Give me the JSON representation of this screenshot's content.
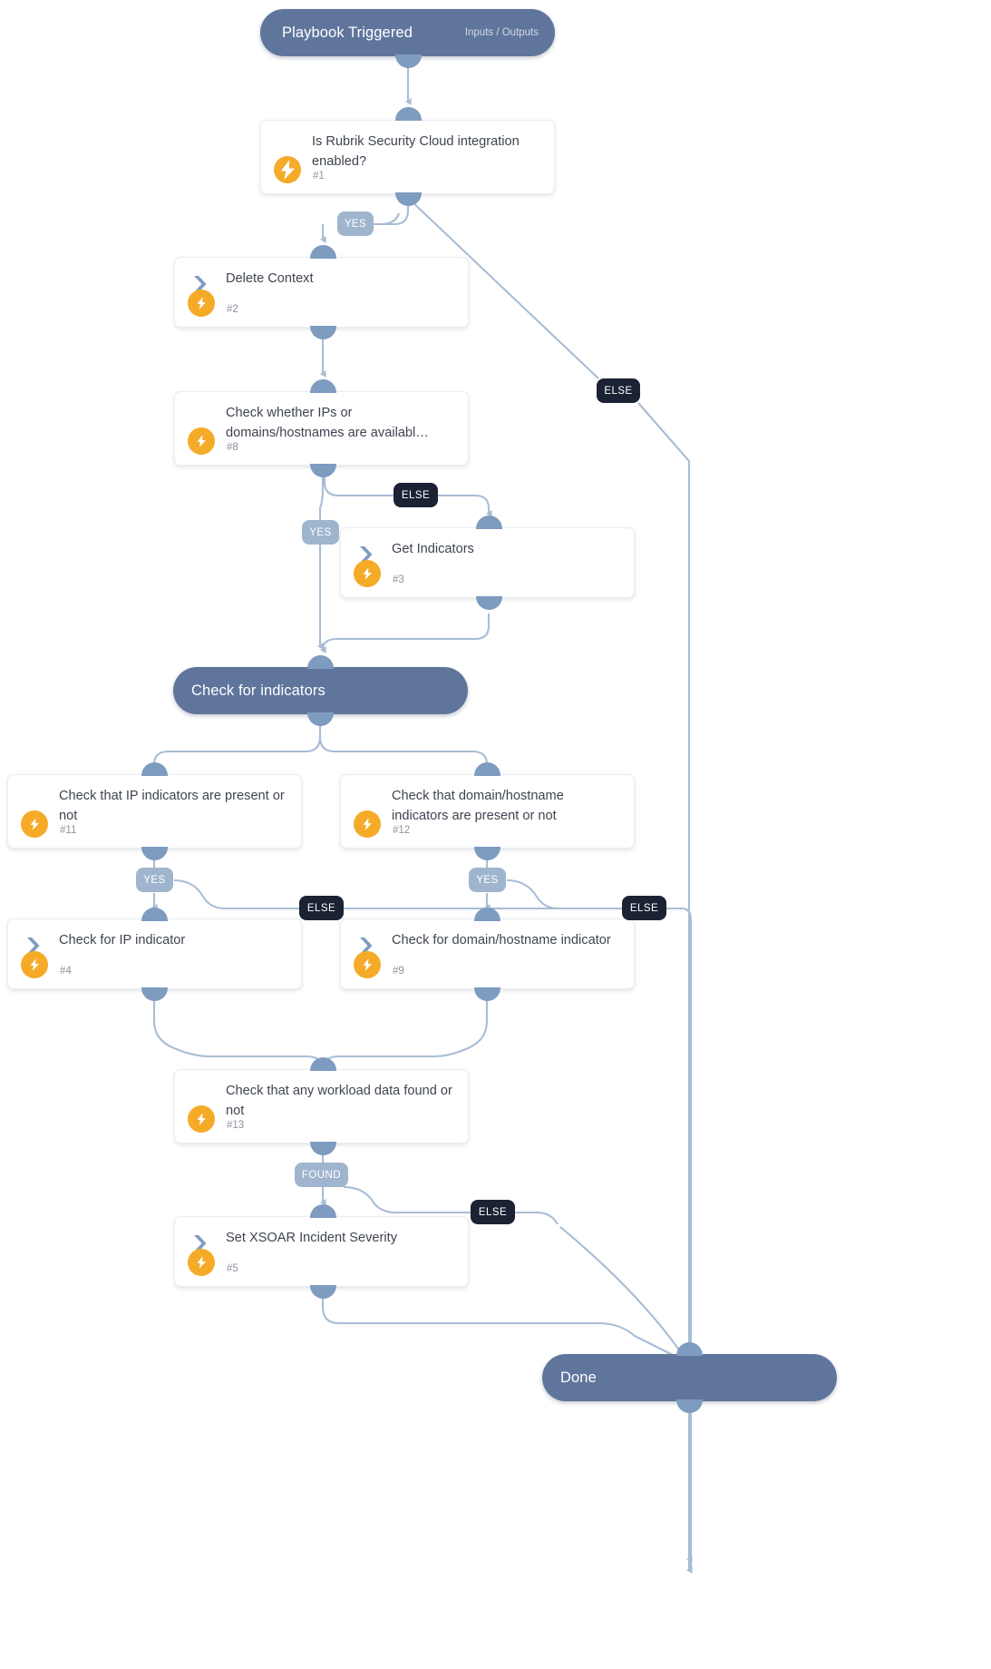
{
  "diagram": {
    "type": "playbook-flow",
    "title": "Rubrik Security Cloud playbook",
    "colors": {
      "pill": "#60759c",
      "card_border": "#e9ecf1",
      "edge": "#a8bdd4",
      "badge_yes": "#9fb5ce",
      "badge_else": "#1b2233",
      "bolt": "#f5ab28",
      "diamond": "#7e9bc0"
    }
  },
  "nodes": {
    "trigger": {
      "label": "Playbook Triggered",
      "sub": "Inputs / Outputs",
      "kind": "start"
    },
    "n1": {
      "label": "Is Rubrik Security Cloud integration enabled?",
      "num": "#1",
      "kind": "condition"
    },
    "n2": {
      "label": "Delete Context",
      "num": "#2",
      "kind": "task"
    },
    "n8": {
      "label": "Check whether IPs or domains/hostnames are availabl…",
      "num": "#8",
      "kind": "condition"
    },
    "n3": {
      "label": "Get Indicators",
      "num": "#3",
      "kind": "task"
    },
    "section": {
      "label": "Check for indicators",
      "kind": "section"
    },
    "n11": {
      "label": "Check that IP indicators are present or not",
      "num": "#11",
      "kind": "condition"
    },
    "n12": {
      "label": "Check that domain/hostname indicators are present or not",
      "num": "#12",
      "kind": "condition"
    },
    "n4": {
      "label": "Check for IP indicator",
      "num": "#4",
      "kind": "task"
    },
    "n9": {
      "label": "Check for domain/hostname indicator",
      "num": "#9",
      "kind": "task"
    },
    "n13": {
      "label": "Check that any workload data found or not",
      "num": "#13",
      "kind": "condition"
    },
    "n5": {
      "label": "Set XSOAR Incident Severity",
      "num": "#5",
      "kind": "task"
    },
    "done": {
      "label": "Done",
      "kind": "end"
    }
  },
  "branch_labels": {
    "yes_1": "YES",
    "else_1": "ELSE",
    "else_8": "ELSE",
    "yes_8": "YES",
    "yes_11": "YES",
    "else_11": "ELSE",
    "yes_12": "YES",
    "else_12": "ELSE",
    "found_13": "FOUND",
    "else_13": "ELSE"
  }
}
